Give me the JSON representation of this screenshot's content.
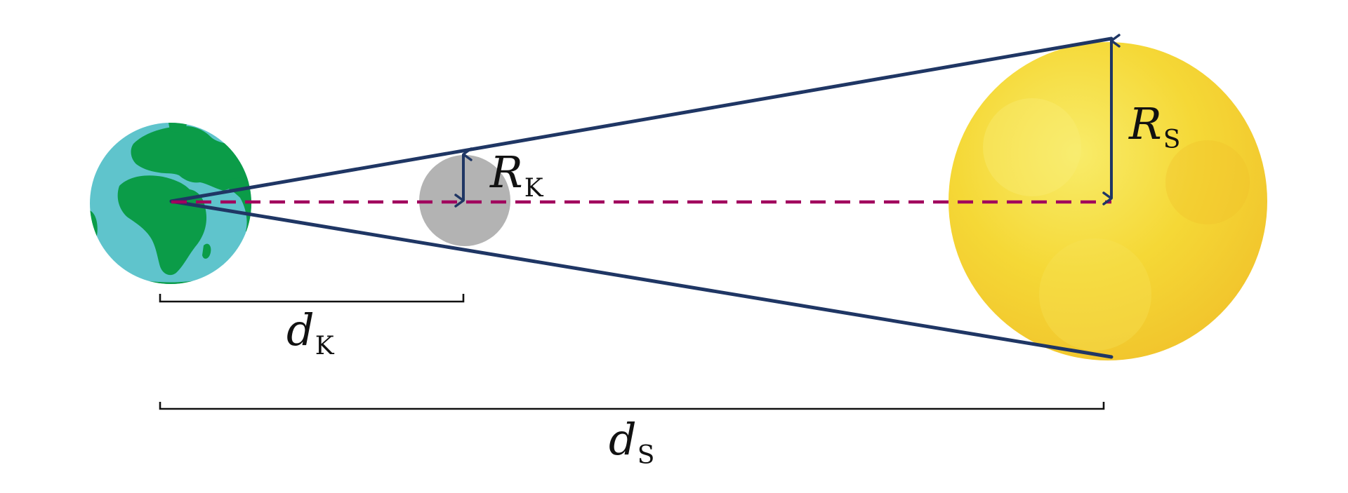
{
  "labels": {
    "moon_radius": {
      "main": "R",
      "sub": "K"
    },
    "sun_radius": {
      "main": "R",
      "sub": "S"
    },
    "moon_distance": {
      "main": "d",
      "sub": "K"
    },
    "sun_distance": {
      "main": "d",
      "sub": "S"
    }
  },
  "colors": {
    "ocean": "#5fc4cc",
    "land": "#0b9c48",
    "moon": "#b3b3b3",
    "sun": "#f5d836",
    "sun_highlight": "#f8ec6a",
    "sun_shadow": "#f1c42c",
    "sight_lines": "#1f3664",
    "center_line": "#a1005d",
    "brackets": "#111111"
  },
  "icons": {
    "earth": "earth-globe-icon",
    "moon": "moon-disc-icon",
    "sun": "sun-disc-icon"
  }
}
